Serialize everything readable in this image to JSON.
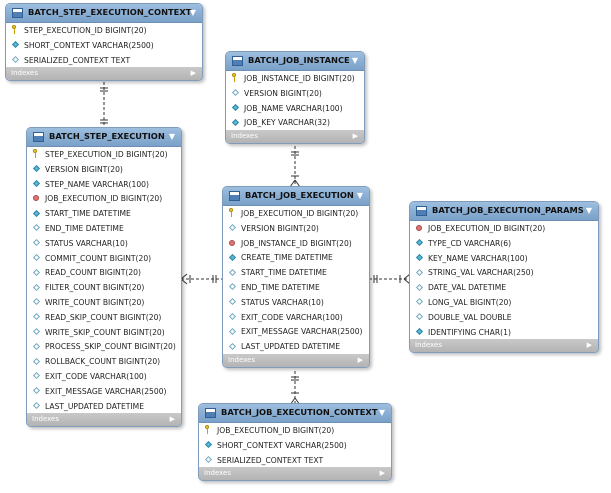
{
  "footer_label": "Indexes",
  "tables": {
    "batch_step_execution_context": {
      "name": "BATCH_STEP_EXECUTION_CONTEXT",
      "columns": [
        {
          "label": "STEP_EXECUTION_ID BIGINT(20)",
          "kind": "pk"
        },
        {
          "label": "SHORT_CONTEXT VARCHAR(2500)",
          "kind": "nn"
        },
        {
          "label": "SERIALIZED_CONTEXT TEXT",
          "kind": "null"
        }
      ]
    },
    "batch_job_instance": {
      "name": "BATCH_JOB_INSTANCE",
      "columns": [
        {
          "label": "JOB_INSTANCE_ID BIGINT(20)",
          "kind": "pk"
        },
        {
          "label": "VERSION BIGINT(20)",
          "kind": "null"
        },
        {
          "label": "JOB_NAME VARCHAR(100)",
          "kind": "nn"
        },
        {
          "label": "JOB_KEY VARCHAR(32)",
          "kind": "nn"
        }
      ]
    },
    "batch_step_execution": {
      "name": "BATCH_STEP_EXECUTION",
      "columns": [
        {
          "label": "STEP_EXECUTION_ID BIGINT(20)",
          "kind": "pk"
        },
        {
          "label": "VERSION BIGINT(20)",
          "kind": "nn"
        },
        {
          "label": "STEP_NAME VARCHAR(100)",
          "kind": "nn"
        },
        {
          "label": "JOB_EXECUTION_ID BIGINT(20)",
          "kind": "fk"
        },
        {
          "label": "START_TIME DATETIME",
          "kind": "nn"
        },
        {
          "label": "END_TIME DATETIME",
          "kind": "null"
        },
        {
          "label": "STATUS VARCHAR(10)",
          "kind": "null"
        },
        {
          "label": "COMMIT_COUNT BIGINT(20)",
          "kind": "null"
        },
        {
          "label": "READ_COUNT BIGINT(20)",
          "kind": "null"
        },
        {
          "label": "FILTER_COUNT BIGINT(20)",
          "kind": "null"
        },
        {
          "label": "WRITE_COUNT BIGINT(20)",
          "kind": "null"
        },
        {
          "label": "READ_SKIP_COUNT BIGINT(20)",
          "kind": "null"
        },
        {
          "label": "WRITE_SKIP_COUNT BIGINT(20)",
          "kind": "null"
        },
        {
          "label": "PROCESS_SKIP_COUNT BIGINT(20)",
          "kind": "null"
        },
        {
          "label": "ROLLBACK_COUNT BIGINT(20)",
          "kind": "null"
        },
        {
          "label": "EXIT_CODE VARCHAR(100)",
          "kind": "null"
        },
        {
          "label": "EXIT_MESSAGE VARCHAR(2500)",
          "kind": "null"
        },
        {
          "label": "LAST_UPDATED DATETIME",
          "kind": "null"
        }
      ]
    },
    "batch_job_execution": {
      "name": "BATCH_JOB_EXECUTION",
      "columns": [
        {
          "label": "JOB_EXECUTION_ID BIGINT(20)",
          "kind": "pk"
        },
        {
          "label": "VERSION BIGINT(20)",
          "kind": "null"
        },
        {
          "label": "JOB_INSTANCE_ID BIGINT(20)",
          "kind": "fk"
        },
        {
          "label": "CREATE_TIME DATETIME",
          "kind": "nn"
        },
        {
          "label": "START_TIME DATETIME",
          "kind": "null"
        },
        {
          "label": "END_TIME DATETIME",
          "kind": "null"
        },
        {
          "label": "STATUS VARCHAR(10)",
          "kind": "null"
        },
        {
          "label": "EXIT_CODE VARCHAR(100)",
          "kind": "null"
        },
        {
          "label": "EXIT_MESSAGE VARCHAR(2500)",
          "kind": "null"
        },
        {
          "label": "LAST_UPDATED DATETIME",
          "kind": "null"
        }
      ]
    },
    "batch_job_execution_params": {
      "name": "BATCH_JOB_EXECUTION_PARAMS",
      "columns": [
        {
          "label": "JOB_EXECUTION_ID BIGINT(20)",
          "kind": "fk"
        },
        {
          "label": "TYPE_CD VARCHAR(6)",
          "kind": "nn"
        },
        {
          "label": "KEY_NAME VARCHAR(100)",
          "kind": "nn"
        },
        {
          "label": "STRING_VAL VARCHAR(250)",
          "kind": "null"
        },
        {
          "label": "DATE_VAL DATETIME",
          "kind": "null"
        },
        {
          "label": "LONG_VAL BIGINT(20)",
          "kind": "null"
        },
        {
          "label": "DOUBLE_VAL DOUBLE",
          "kind": "null"
        },
        {
          "label": "IDENTIFYING CHAR(1)",
          "kind": "nn"
        }
      ]
    },
    "batch_job_execution_context": {
      "name": "BATCH_JOB_EXECUTION_CONTEXT",
      "columns": [
        {
          "label": "JOB_EXECUTION_ID BIGINT(20)",
          "kind": "pk"
        },
        {
          "label": "SHORT_CONTEXT VARCHAR(2500)",
          "kind": "nn"
        },
        {
          "label": "SERIALIZED_CONTEXT TEXT",
          "kind": "null"
        }
      ]
    }
  },
  "relationships": [
    {
      "from": "BATCH_STEP_EXECUTION_CONTEXT",
      "to": "BATCH_STEP_EXECUTION"
    },
    {
      "from": "BATCH_JOB_INSTANCE",
      "to": "BATCH_JOB_EXECUTION"
    },
    {
      "from": "BATCH_JOB_EXECUTION",
      "to": "BATCH_STEP_EXECUTION"
    },
    {
      "from": "BATCH_JOB_EXECUTION",
      "to": "BATCH_JOB_EXECUTION_PARAMS"
    },
    {
      "from": "BATCH_JOB_EXECUTION",
      "to": "BATCH_JOB_EXECUTION_CONTEXT"
    }
  ]
}
